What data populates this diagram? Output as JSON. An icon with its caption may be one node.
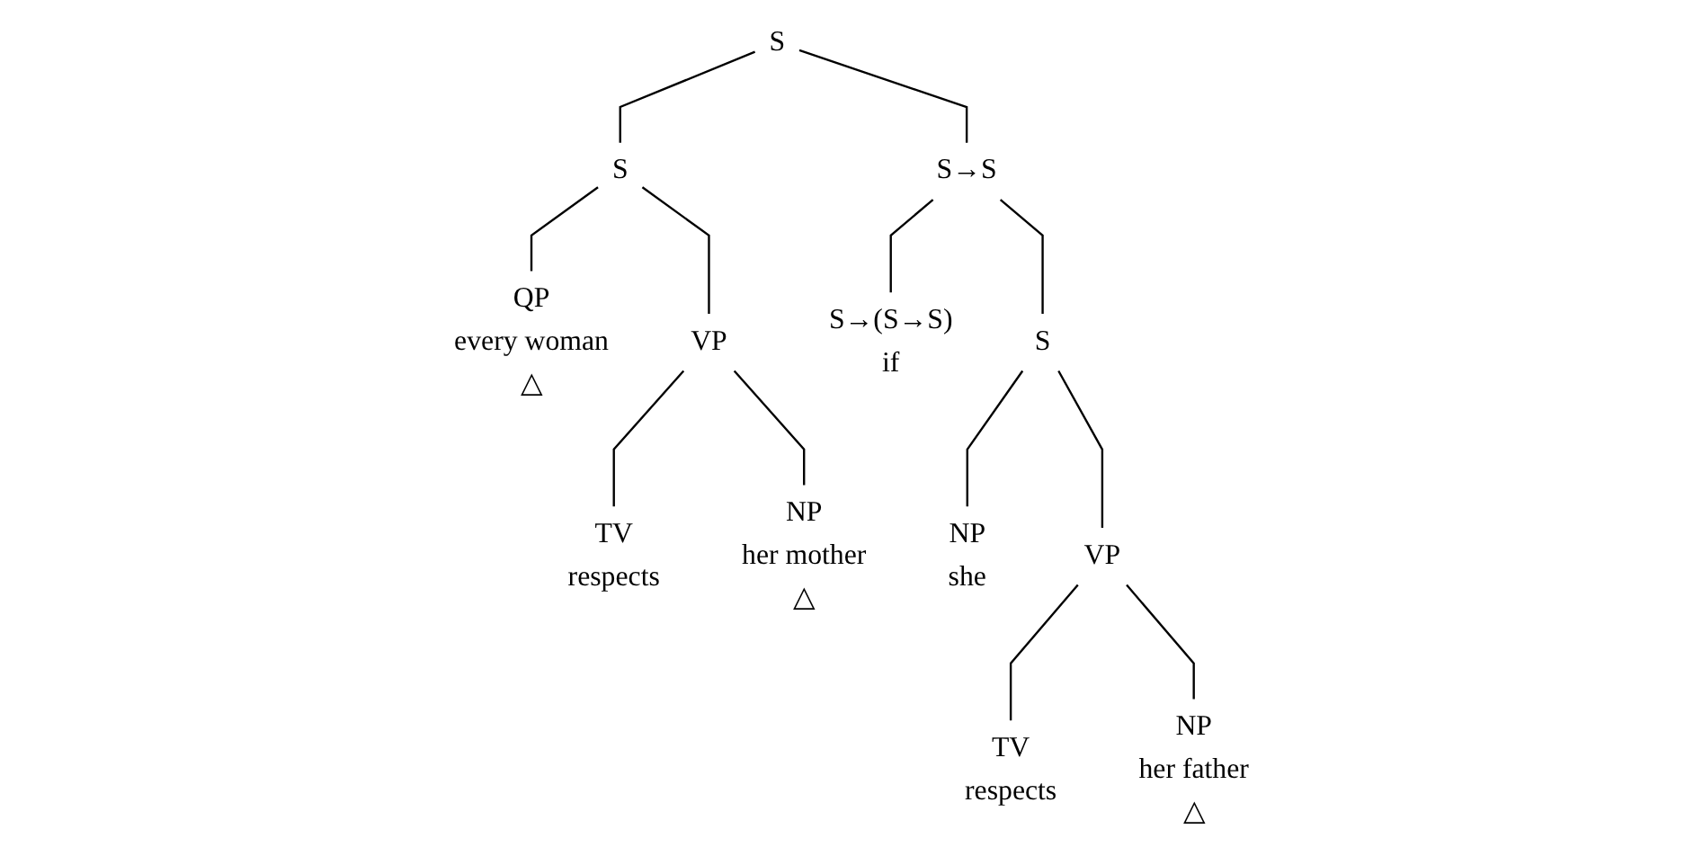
{
  "diagram": {
    "nodes": [
      {
        "text": [
          "S"
        ]
      },
      {
        "text": [
          "S"
        ]
      },
      {
        "text": [
          "S→S"
        ]
      },
      {
        "text": [
          "QP",
          "every woman",
          "△"
        ]
      },
      {
        "text": [
          "VP"
        ]
      },
      {
        "text": [
          "S→(S→S)",
          "if"
        ]
      },
      {
        "text": [
          "S"
        ]
      },
      {
        "text": [
          "TV",
          "respects"
        ]
      },
      {
        "text": [
          "NP",
          "her mother",
          "△"
        ]
      },
      {
        "text": [
          "NP",
          "she"
        ]
      },
      {
        "text": [
          "VP"
        ]
      },
      {
        "text": [
          "TV",
          "respects"
        ]
      },
      {
        "text": [
          "NP",
          "her father",
          "△"
        ]
      }
    ],
    "edges": [
      {
        "from": 0,
        "to": 1,
        "arrow": "none"
      },
      {
        "from": 0,
        "to": 2,
        "arrow": "none"
      },
      {
        "from": 1,
        "to": 3,
        "arrow": "none"
      },
      {
        "from": 1,
        "to": 4,
        "arrow": "none"
      },
      {
        "from": 2,
        "to": 5,
        "arrow": "none"
      },
      {
        "from": 2,
        "to": 6,
        "arrow": "none"
      },
      {
        "from": 4,
        "to": 7,
        "arrow": "none"
      },
      {
        "from": 4,
        "to": 8,
        "arrow": "none"
      },
      {
        "from": 6,
        "to": 9,
        "arrow": "none"
      },
      {
        "from": 6,
        "to": 10,
        "arrow": "none"
      },
      {
        "from": 10,
        "to": 11,
        "arrow": "none"
      },
      {
        "from": 10,
        "to": 12,
        "arrow": "none"
      }
    ]
  }
}
